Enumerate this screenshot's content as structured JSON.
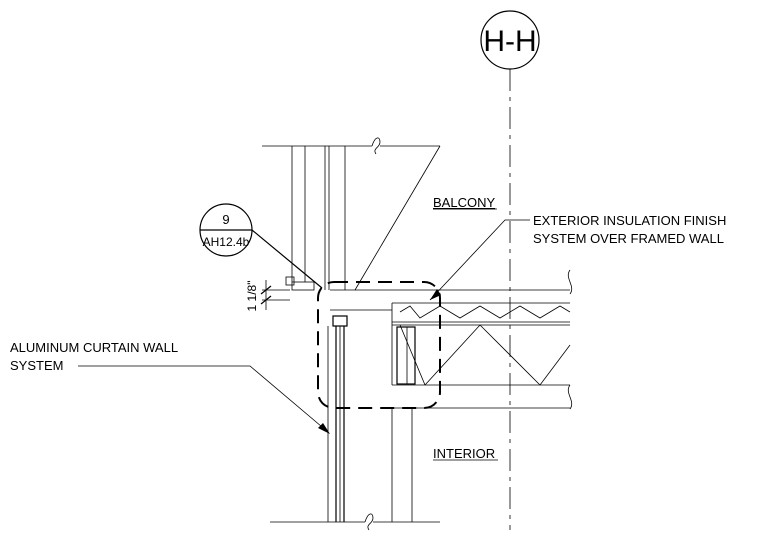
{
  "grid_bubble": {
    "label": "H-H"
  },
  "detail_callout": {
    "number": "9",
    "sheet": "AH12.4b"
  },
  "dimension": {
    "text": "1 1/8\""
  },
  "labels": {
    "balcony": "BALCONY",
    "interior": "INTERIOR",
    "eifs_line1": "EXTERIOR INSULATION FINISH",
    "eifs_line2": "SYSTEM OVER FRAMED WALL",
    "curtain_wall_line1": "ALUMINUM CURTAIN WALL",
    "curtain_wall_line2": "SYSTEM"
  }
}
